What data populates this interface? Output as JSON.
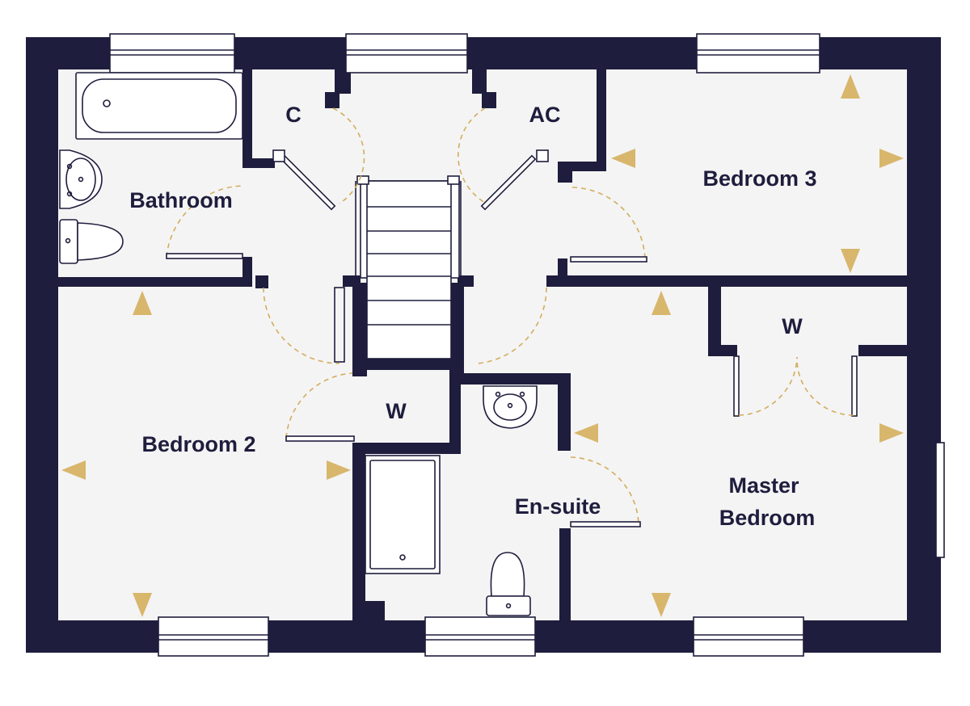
{
  "rooms": {
    "bathroom": "Bathroom",
    "cupboard": "C",
    "airing_cupboard": "AC",
    "bedroom3": "Bedroom 3",
    "bedroom2": "Bedroom 2",
    "wardrobe_landing": "W",
    "wardrobe_master": "W",
    "ensuite": "En-suite",
    "master_line1": "Master",
    "master_line2": "Bedroom"
  },
  "colors": {
    "wall": "#1f1d3d",
    "floor": "#f4f4f4",
    "arrow": "#d8b66b",
    "door_swing": "#d3ad5c"
  }
}
